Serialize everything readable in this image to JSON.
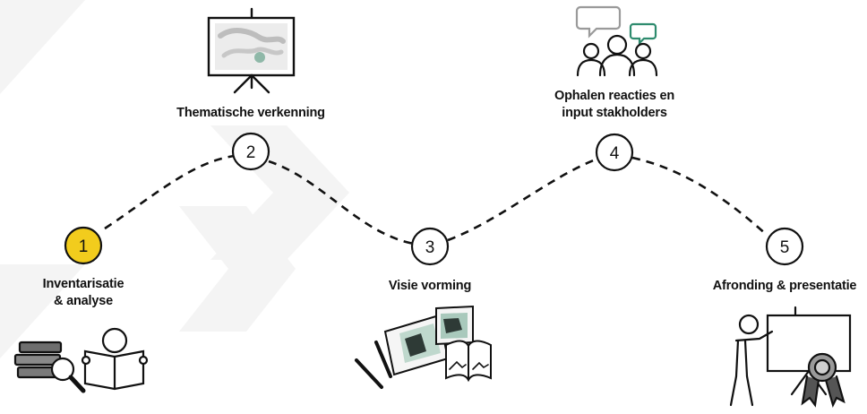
{
  "steps": [
    {
      "number": "1",
      "label_lines": [
        "Inventarisatie",
        "& analyse"
      ],
      "highlight_color": "#f2cc1d",
      "icon": "books-and-reader-icon"
    },
    {
      "number": "2",
      "label_lines": [
        "Thematische verkenning"
      ],
      "highlight_color": "#ffffff",
      "icon": "presentation-board-icon"
    },
    {
      "number": "3",
      "label_lines": [
        "Visie vorming"
      ],
      "highlight_color": "#ffffff",
      "icon": "sketches-and-pencils-icon"
    },
    {
      "number": "4",
      "label_lines": [
        "Ophalen reacties en",
        "input stakholders"
      ],
      "highlight_color": "#ffffff",
      "icon": "group-with-speech-bubbles-icon"
    },
    {
      "number": "5",
      "label_lines": [
        "Afronding & presentatie"
      ],
      "highlight_color": "#ffffff",
      "icon": "presenter-with-award-icon"
    }
  ],
  "colors": {
    "accent_yellow": "#f2cc1d",
    "bubble_green": "#2e8b6e",
    "line": "#111111",
    "background_chevrons": "#f4f4f4"
  }
}
